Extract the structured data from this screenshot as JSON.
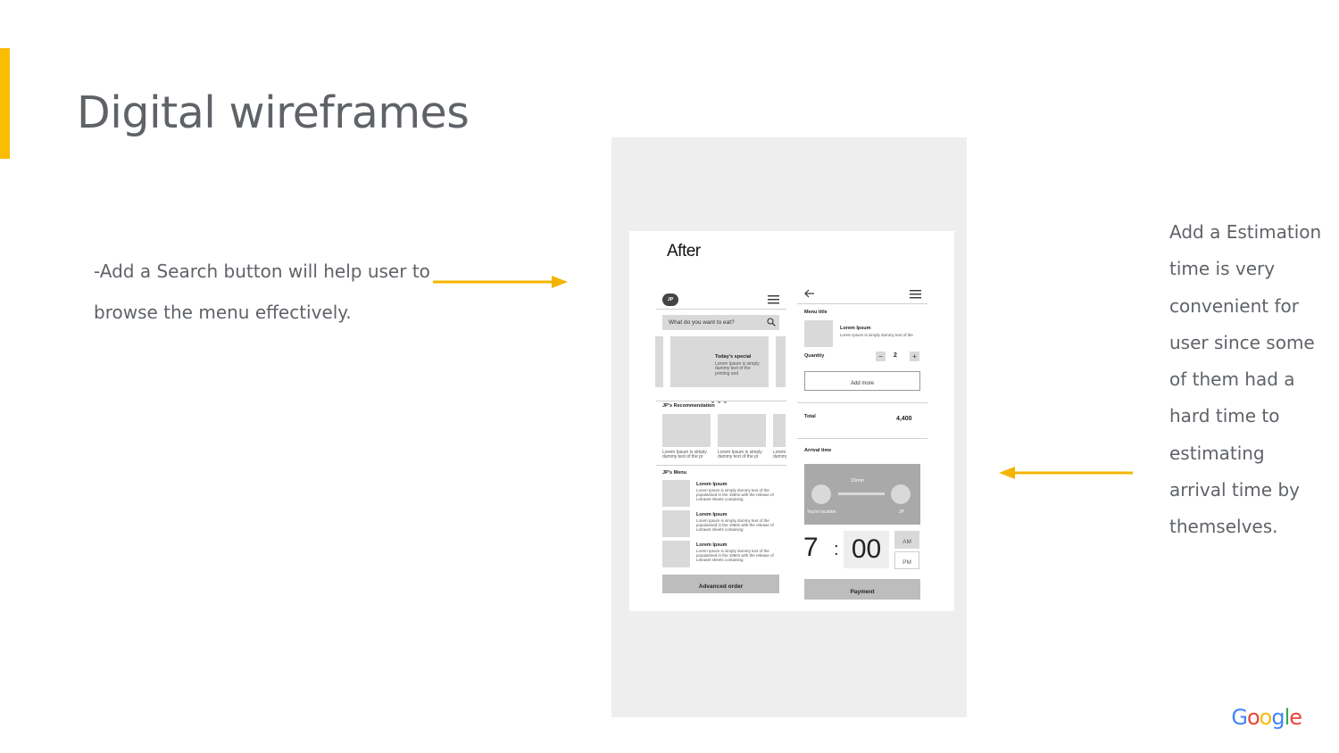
{
  "slide": {
    "title": "Digital wireframes",
    "left_note": "-Add a Search button will help user to browse the menu effectively.",
    "right_note": "Add a Estimation time is very convenient for user since some of them had a hard time to estimating arrival time by themselves.",
    "accent_color": "#FBBC04",
    "arrow_color": "#F4B400",
    "google_logo": "Google"
  },
  "wireframe": {
    "heading": "After",
    "home": {
      "avatar": "JP",
      "search_placeholder": "What do you want to eat?",
      "special_title": "Today's special",
      "special_desc": "Lorem Ipsum is simply dummy text of the printing and",
      "recommendation_title": "JP's Recommendation",
      "rec_caption": "Lorem Ipsum is simply dummy text of the pr",
      "rec_caption_partial": "Lorem dummy",
      "menu_title": "JP's Menu",
      "menu_items": [
        {
          "title": "Lorem Ipsum",
          "desc": "Lorem Ipsum is simply dummy text of the popularised in the 1960s with the release of Letraset sheets containing"
        },
        {
          "title": "Lorem Ipsum",
          "desc": "Lorem Ipsum is simply dummy text of the popularised in the 1960s with the release of Letraset sheets containing"
        },
        {
          "title": "Lorem Ipsum",
          "desc": "Lorem Ipsum is simply dummy text of the popularised in the 1960s with the release of Letraset sheets containing"
        }
      ],
      "advanced_order": "Advanced order"
    },
    "order": {
      "menu_title": "Menu title",
      "item_title": "Lorem Ipsum",
      "item_desc": "Lorem Ipsum is simply dummy text of the",
      "quantity_label": "Quantity",
      "quantity_value": "2",
      "minus": "−",
      "plus": "+",
      "add_more": "Add more",
      "total_label": "Total",
      "total_value": "4,400",
      "arrival_label": "Arrival time",
      "map_time": "15min",
      "map_from": "You're location",
      "map_to": "JP",
      "hour": "7",
      "colon": ":",
      "minute": "00",
      "am": "AM",
      "pm": "PM",
      "payment": "Payment"
    }
  }
}
